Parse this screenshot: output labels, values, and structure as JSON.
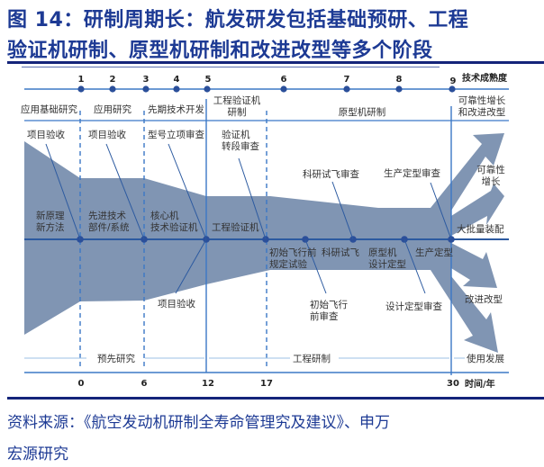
{
  "title": {
    "line1": "图 14：研制周期长：航发研发包括基础预研、工程",
    "line2": "验证机研制、原型机研制和改进改型等多个阶段"
  },
  "diagram": {
    "trl_axis_label": "技术成熟度",
    "trl_levels": [
      "1",
      "2",
      "3",
      "4",
      "5",
      "6",
      "7",
      "8",
      "9"
    ],
    "phases": {
      "applied_basic_research": "应用基础研究",
      "applied_research": "应用研究",
      "advanced_tech_dev": "先期技术开发",
      "eng_demo_line1": "工程验证机",
      "eng_demo_line2": "研制",
      "prototype_dev": "原型机研制",
      "reliability_line1": "可靠性增长",
      "reliability_line2": "和改进改型"
    },
    "milestones_top": {
      "acceptance1": "项目验收",
      "acceptance2": "项目验收",
      "model_approval_review": "型号立项审查",
      "demo_transition_line1": "验证机",
      "demo_transition_line2": "转段审查",
      "research_flight_review": "科研试飞审查",
      "production_finalization_review": "生产定型审查"
    },
    "milestones_bottom": {
      "acceptance3": "项目验收",
      "preflight_review_line1": "初始飞行",
      "preflight_review_line2": "前审查",
      "design_finalization_review": "设计定型审查"
    },
    "stages_inside": {
      "new_principle_line1": "新原理",
      "new_principle_line2": "新方法",
      "advanced_parts_line1": "先进技术",
      "advanced_parts_line2": "部件/系统",
      "core_demo_line1": "核心机",
      "core_demo_line2": "技术验证机",
      "eng_demo_engine": "工程验证机",
      "preflight_test_line1": "初始飞行前",
      "preflight_test_line2": "规定试验",
      "research_flight": "科研试飞",
      "prototype_design_line1": "原型机",
      "prototype_design_line2": "设计定型",
      "production_finalization": "生产定型"
    },
    "outcomes": {
      "reliability_growth_line1": "可靠性",
      "reliability_growth_line2": "增长",
      "mass_assembly": "大批量装配",
      "improvement": "改进改型",
      "use_development": "使用发展"
    },
    "bottom_spans": {
      "pre_research": "预先研究",
      "engineering_dev": "工程研制"
    },
    "time_axis_label": "时间/年",
    "time_ticks": [
      "0",
      "6",
      "12",
      "17",
      "30"
    ]
  },
  "source": {
    "line1": "资料来源：《航空发动机研制全寿命管理究及建议》、申万",
    "line2": "宏源研究"
  },
  "colors": {
    "title_blue": "#1d3a94",
    "shape_fill": "#8095b3",
    "axis_blue": "#2c5aa0",
    "grid_blue": "#5b8fd0"
  }
}
